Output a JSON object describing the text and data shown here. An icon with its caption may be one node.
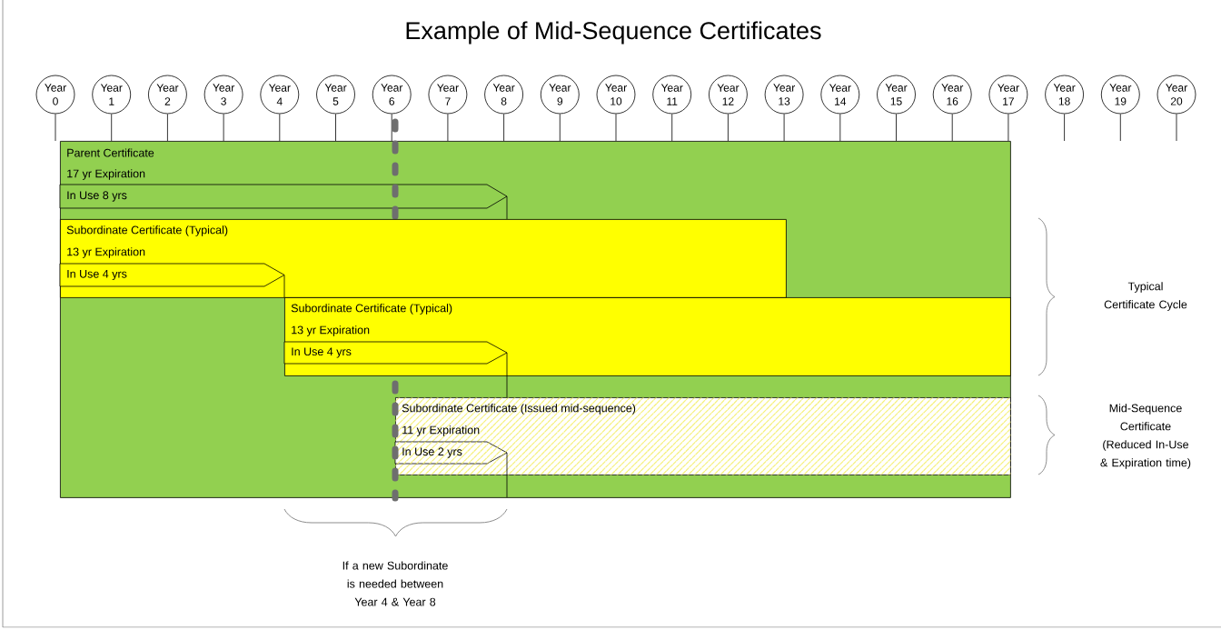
{
  "diagram": {
    "title": "Example of Mid-Sequence Certificates",
    "nodes": [
      {
        "text": [
          "Year 0"
        ]
      },
      {
        "text": [
          "Year 1"
        ]
      },
      {
        "text": [
          "Year 2"
        ]
      },
      {
        "text": [
          "Year 3"
        ]
      },
      {
        "text": [
          "Year 4"
        ]
      },
      {
        "text": [
          "Year 5"
        ]
      },
      {
        "text": [
          "Year 6"
        ]
      },
      {
        "text": [
          "Year 7"
        ]
      },
      {
        "text": [
          "Year 8"
        ]
      },
      {
        "text": [
          "Year 9"
        ]
      },
      {
        "text": [
          "Year 10"
        ]
      },
      {
        "text": [
          "Year 11"
        ]
      },
      {
        "text": [
          "Year 12"
        ]
      },
      {
        "text": [
          "Year 13"
        ]
      },
      {
        "text": [
          "Year 14"
        ]
      },
      {
        "text": [
          "Year 15"
        ]
      },
      {
        "text": [
          "Year 16"
        ]
      },
      {
        "text": [
          "Year 17"
        ]
      },
      {
        "text": [
          "Year 18"
        ]
      },
      {
        "text": [
          "Year 19"
        ]
      },
      {
        "text": [
          "Year 20"
        ]
      },
      {
        "text": [
          "Parent Certificate",
          "17 yr Expiration"
        ]
      },
      {
        "text": [
          "In Use 8 yrs"
        ],
        "in": 21
      },
      {
        "text": [
          "Subordinate Certificate (Typical)",
          "13 yr Expiration"
        ],
        "in": 21
      },
      {
        "text": [
          "In Use 4 yrs"
        ],
        "in": 23
      },
      {
        "text": [
          "Subordinate Certificate (Typical)",
          "13 yr Expiration"
        ],
        "in": 21
      },
      {
        "text": [
          "In Use 4 yrs"
        ],
        "in": 25
      },
      {
        "text": [
          "Subordinate Certificate (Issued mid-sequence)",
          "11 yr Expiration"
        ],
        "in": 21
      },
      {
        "text": [
          "In Use 2 yrs"
        ],
        "in": 27
      }
    ],
    "edges": [
      {
        "from": 0,
        "to": 21,
        "arrow": "none"
      },
      {
        "from": 1,
        "to": 21,
        "arrow": "none"
      },
      {
        "from": 2,
        "to": 21,
        "arrow": "none"
      },
      {
        "from": 3,
        "to": 21,
        "arrow": "none"
      },
      {
        "from": 4,
        "to": 21,
        "arrow": "none"
      },
      {
        "from": 5,
        "to": 21,
        "arrow": "none"
      },
      {
        "from": 6,
        "to": 21,
        "arrow": "none"
      },
      {
        "from": 7,
        "to": 21,
        "arrow": "none"
      },
      {
        "from": 8,
        "to": 21,
        "arrow": "none"
      },
      {
        "from": 9,
        "to": 21,
        "arrow": "none"
      },
      {
        "from": 10,
        "to": 21,
        "arrow": "none"
      },
      {
        "from": 11,
        "to": 21,
        "arrow": "none"
      },
      {
        "from": 12,
        "to": 21,
        "arrow": "none"
      },
      {
        "from": 13,
        "to": 21,
        "arrow": "none"
      },
      {
        "from": 14,
        "to": 21,
        "arrow": "none"
      },
      {
        "from": 15,
        "to": 21,
        "arrow": "none"
      },
      {
        "from": 16,
        "to": 21,
        "arrow": "none"
      },
      {
        "from": 17,
        "to": 21,
        "arrow": "none"
      },
      {
        "from": 18,
        "to": null,
        "arrow": "none"
      },
      {
        "from": 19,
        "to": null,
        "arrow": "none"
      },
      {
        "from": 20,
        "to": null,
        "arrow": "none"
      },
      {
        "from": 22,
        "to": 23,
        "arrow": "none"
      },
      {
        "from": 26,
        "to": 27,
        "arrow": "none"
      },
      {
        "from": 28,
        "to": 21,
        "arrow": "none"
      }
    ],
    "labels": [
      "Typical Certificate Cycle",
      "Mid-Sequence Certificate (Reduced In-Use & Expiration time)",
      "If a new Subordinate is needed between Year 4 & Year 8"
    ]
  }
}
